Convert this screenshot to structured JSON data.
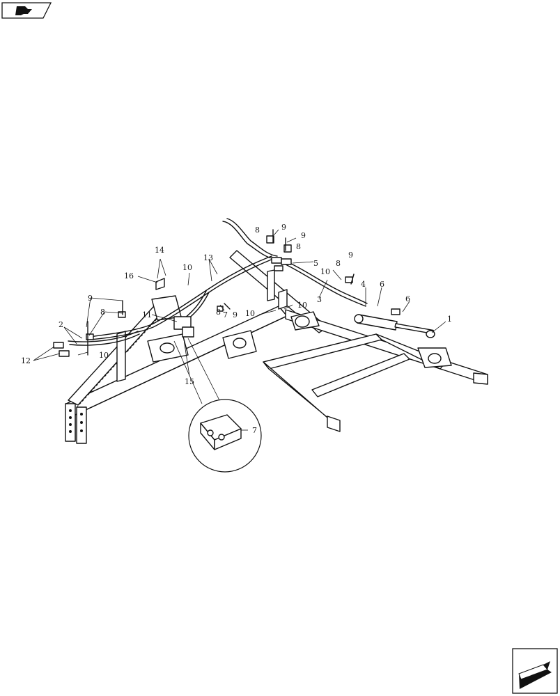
{
  "callouts": {
    "c1": "1",
    "c2": "2",
    "c3": "3",
    "c4": "4",
    "c5": "5",
    "c6a": "6",
    "c6b": "6",
    "c7a": "7",
    "c7b": "7",
    "c8a": "8",
    "c8b": "8",
    "c8c": "8",
    "c8d": "8",
    "c8e": "8",
    "c9a": "9",
    "c9b": "9",
    "c9c": "9",
    "c9d": "9",
    "c9e": "9",
    "c10a": "10",
    "c10b": "10",
    "c10c": "10",
    "c10d": "10",
    "c10e": "10",
    "c11": "11",
    "c12": "12",
    "c13": "13",
    "c14": "14",
    "c15": "15",
    "c16": "16"
  },
  "icons": {
    "top_left": "book-nav-icon",
    "bottom_right": "next-page-arrow-icon"
  }
}
